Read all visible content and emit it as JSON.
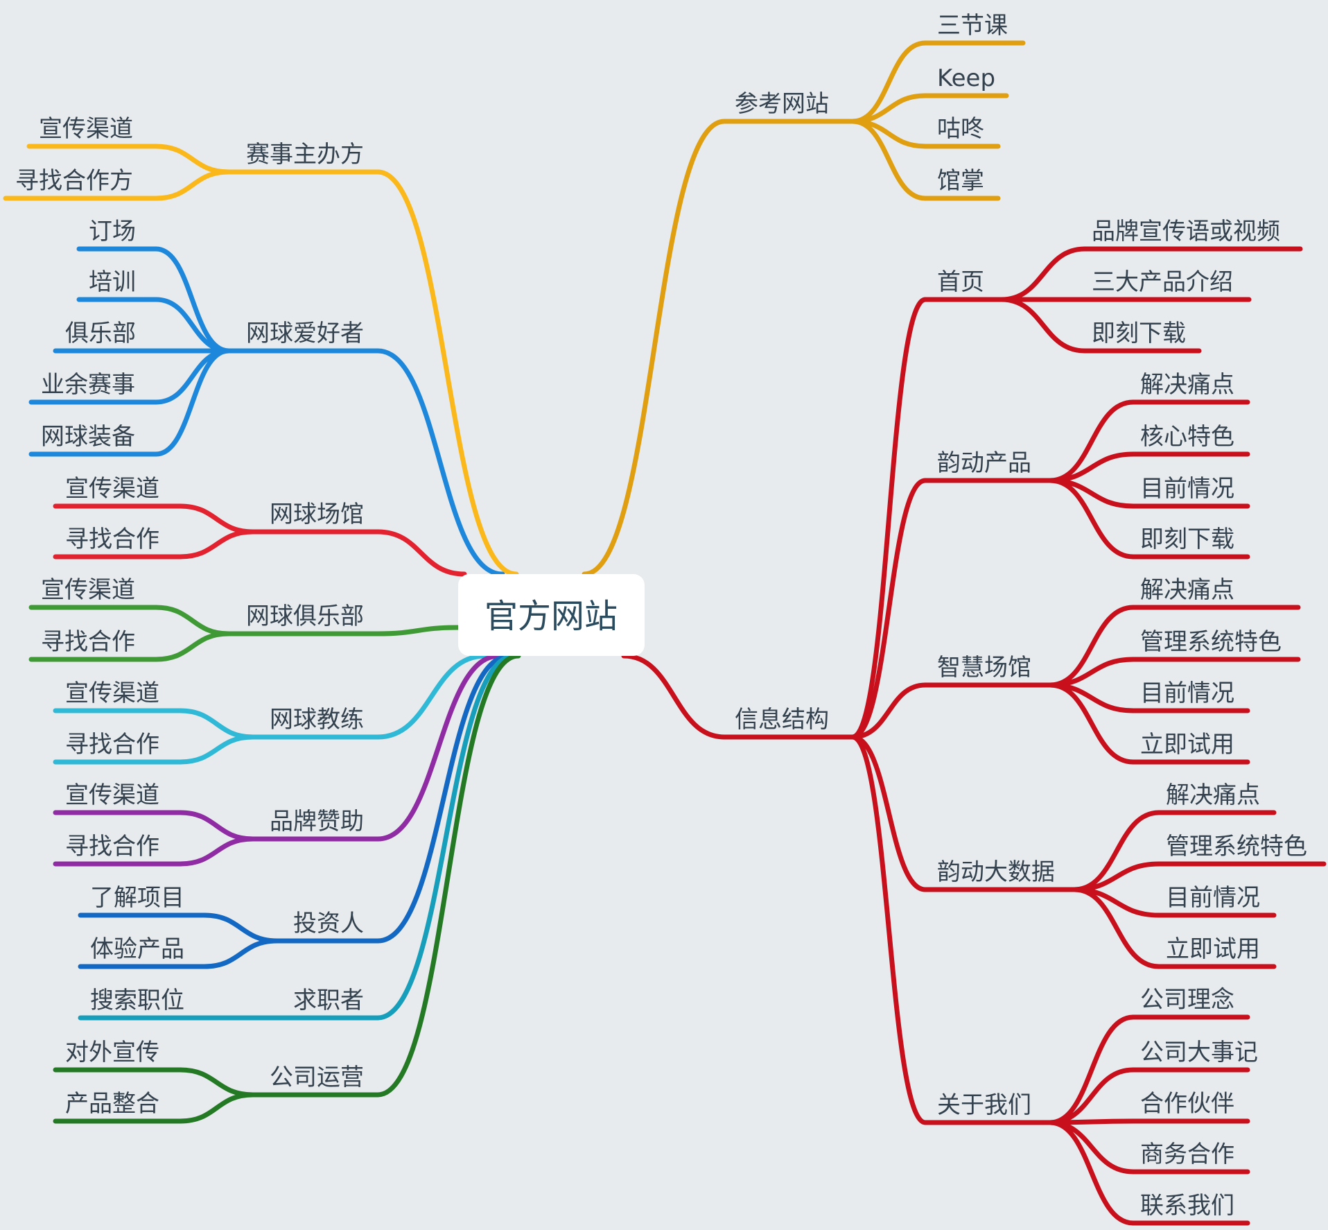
{
  "root": {
    "label": "官方网站"
  },
  "colors": {
    "gold": "#e09f10",
    "yellow": "#fbb81b",
    "blue": "#1d88db",
    "red_left": "#e2222f",
    "green": "#3f9a36",
    "cyan": "#2fb9d6",
    "purple": "#8f2ba3",
    "navy": "#1268c2",
    "teal": "#179eba",
    "darkgreen": "#247a24",
    "red_right": "#c8101d"
  },
  "right": [
    {
      "label": "参考网站",
      "color": "gold",
      "children": [
        "三节课",
        "Keep",
        "咕咚",
        "馆掌"
      ]
    },
    {
      "label": "信息结构",
      "color": "red_right",
      "children": [
        {
          "label": "首页",
          "children": [
            "品牌宣传语或视频",
            "三大产品介绍",
            "即刻下载"
          ]
        },
        {
          "label": "韵动产品",
          "children": [
            "解决痛点",
            "核心特色",
            "目前情况",
            "即刻下载"
          ]
        },
        {
          "label": "智慧场馆",
          "children": [
            "解决痛点",
            "管理系统特色",
            "目前情况",
            "立即试用"
          ]
        },
        {
          "label": "韵动大数据",
          "children": [
            "解决痛点",
            "管理系统特色",
            "目前情况",
            "立即试用"
          ]
        },
        {
          "label": "关于我们",
          "children": [
            "公司理念",
            "公司大事记",
            "合作伙伴",
            "商务合作",
            "联系我们"
          ]
        }
      ]
    }
  ],
  "left": [
    {
      "label": "赛事主办方",
      "color": "yellow",
      "children": [
        "宣传渠道",
        "寻找合作方"
      ]
    },
    {
      "label": "网球爱好者",
      "color": "blue",
      "children": [
        "订场",
        "培训",
        "俱乐部",
        "业余赛事",
        "网球装备"
      ]
    },
    {
      "label": "网球场馆",
      "color": "red_left",
      "children": [
        "宣传渠道",
        "寻找合作"
      ]
    },
    {
      "label": "网球俱乐部",
      "color": "green",
      "children": [
        "宣传渠道",
        "寻找合作"
      ]
    },
    {
      "label": "网球教练",
      "color": "cyan",
      "children": [
        "宣传渠道",
        "寻找合作"
      ]
    },
    {
      "label": "品牌赞助",
      "color": "purple",
      "children": [
        "宣传渠道",
        "寻找合作"
      ]
    },
    {
      "label": "投资人",
      "color": "navy",
      "children": [
        "了解项目",
        "体验产品"
      ]
    },
    {
      "label": "求职者",
      "color": "teal",
      "children": [
        "搜索职位"
      ]
    },
    {
      "label": "公司运营",
      "color": "darkgreen",
      "children": [
        "对外宣传",
        "产品整合"
      ]
    }
  ]
}
